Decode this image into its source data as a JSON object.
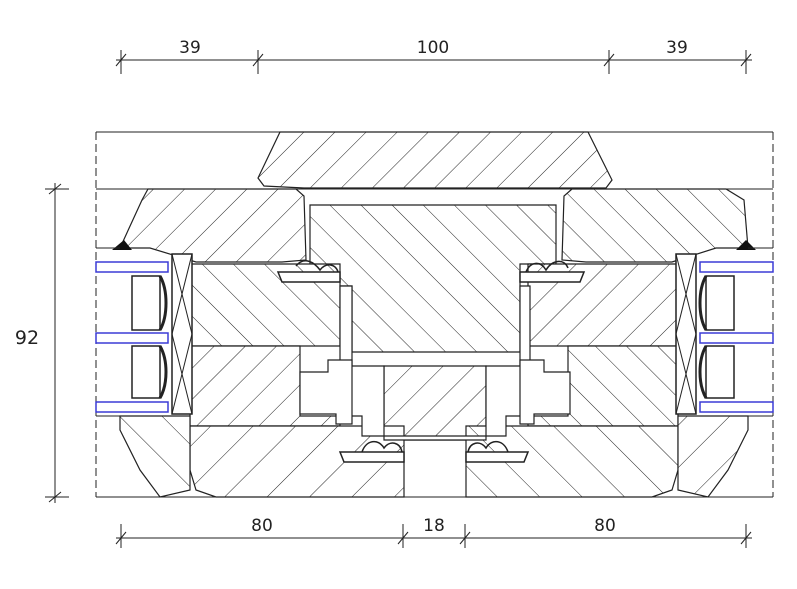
{
  "dimensions": {
    "top": [
      "39",
      "100",
      "39"
    ],
    "bottom": [
      "80",
      "18",
      "80"
    ],
    "left": "92"
  },
  "colors": {
    "line": "#222222",
    "glazing_blue": "#3b3bd6",
    "seal": "#111111"
  }
}
